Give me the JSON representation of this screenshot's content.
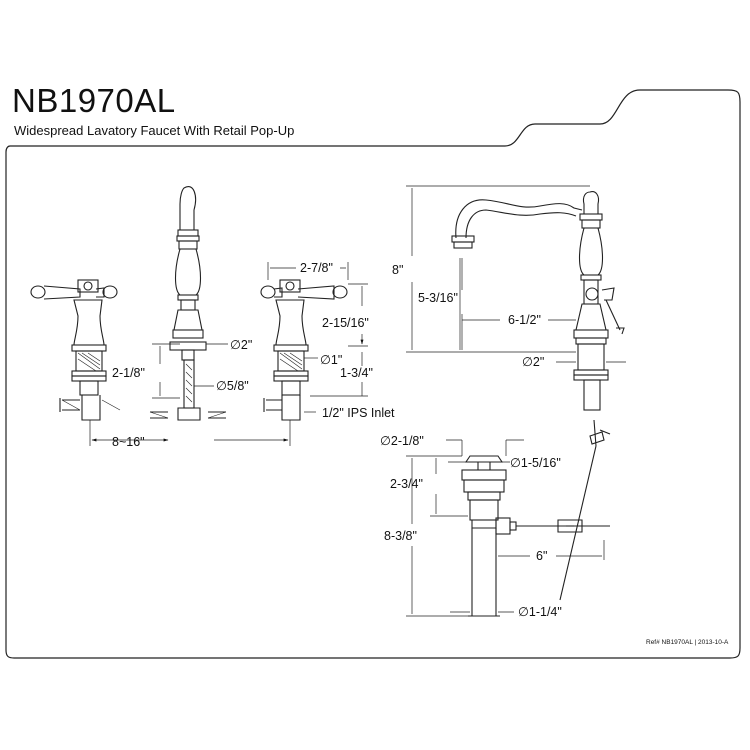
{
  "header": {
    "model": "NB1970AL",
    "description": "Widespread Lavatory Faucet With Retail Pop-Up"
  },
  "dimensions": {
    "spread": "8~16\"",
    "handle_offset": "2-7/8\"",
    "handle_height": "2-15/16\"",
    "handle_shank_dia": "∅2\"",
    "shank_dia": "∅1\"",
    "shank_length": "1-3/4\"",
    "spout_shank_length": "2-1/8\"",
    "spout_shank_dia": "∅5/8\"",
    "inlet": "1/2\" IPS Inlet",
    "overall_height": "8\"",
    "spout_height": "5-3/16\"",
    "spout_reach": "6-1/2\"",
    "spout_base_dia": "∅2\"",
    "drain_flange_dia": "∅2-1/8\"",
    "drain_stopper_dia": "∅1-5/16\"",
    "drain_flange_height": "2-3/4\"",
    "drain_total_length": "8-3/8\"",
    "drain_rod_length": "6\"",
    "drain_tail_dia": "∅1-1/4\""
  },
  "footer": {
    "reference": "Ref# NB1970AL | 2013-10-A"
  }
}
